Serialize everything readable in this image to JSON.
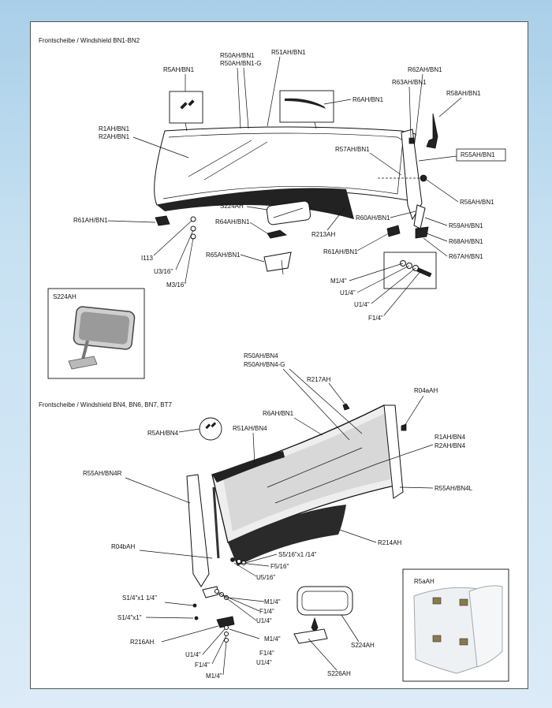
{
  "section1": {
    "title": "Frontscheibe / Windshield  BN1-BN2",
    "labels": {
      "r5ah_bn1": "R5AH/BN1",
      "r50ah_bn1": "R50AH/BN1",
      "r50ah_bn1g": "R50AH/BN1-G",
      "r51ah_bn1": "R51AH/BN1",
      "r62ah_bn1": "R62AH/BN1",
      "r63ah_bn1": "R63AH/BN1",
      "r58ah_bn1": "R58AH/BN1",
      "r6ah_bn1": "R6AH/BN1",
      "r1ah_bn1": "R1AH/BN1",
      "r2ah_bn1": "R2AH/BN1",
      "r57ah_bn1": "R57AH/BN1",
      "r55ah_bn1": "R55AH/BN1",
      "r56ah_bn1": "R56AH/BN1",
      "r60ah_bn1": "R60AH/BN1",
      "r59ah_bn1": "R59AH/BN1",
      "r68ah_bn1": "R68AH/BN1",
      "r67ah_bn1": "R67AH/BN1",
      "r61ah_bn1_left": "R61AH/BN1",
      "r61ah_bn1_right": "R61AH/BN1",
      "s224ah": "S224AH",
      "r64ah_bn1": "R64AH/BN1",
      "r65ah_bn1": "R65AH/BN1",
      "r213ah": "R213AH",
      "i113": "I113",
      "u3_16": "U3/16\"",
      "m3_16": "M3/16\"",
      "m1_4": "M1/4\"",
      "u1_4": "U1/4\"",
      "u1_4b": "U1/4\"",
      "f1_4": "F1/4\""
    },
    "inset_label": "S224AH"
  },
  "section2": {
    "title": "Frontscheibe / Windshield  BN4, BN6, BN7, BT7",
    "labels": {
      "r50ah_bn4": "R50AH/BN4",
      "r50ah_bn4g": "R50AH/BN4-G",
      "r217ah": "R217AH",
      "r04aah": "R04aAH",
      "r6ah_bn1": "R6AH/BN1",
      "r5ah_bn4": "R5AH/BN4",
      "r51ah_bn4": "R51AH/BN4",
      "r1ah_bn4": "R1AH/BN4",
      "r2ah_bn4": "R2AH/BN4",
      "r55ah_bn4r": "R55AH/BN4R",
      "r55ah_bn4l": "R55AH/BN4L",
      "r214ah": "R214AH",
      "r04bah": "R04bAH",
      "s5_16": "S5/16\"x1 /14\"",
      "f5_16": "F5/16\"",
      "u5_16": "U5/16\"",
      "s1_4_114": "S1/4\"x1 1/4\"",
      "s1_4_1": "S1/4\"x1\"",
      "r216ah": "R216AH",
      "m1_4a": "M1/4\"",
      "f1_4a": "F1/4\"",
      "u1_4a": "U1/4\"",
      "m1_4b": "M1/4\"",
      "f1_4b": "F1/4\"",
      "u1_4b": "U1/4\"",
      "u1_4c": "U1/4\"",
      "f1_4c": "F1/4\"",
      "m1_4c": "M1/4\"",
      "s224ah": "S224AH",
      "s226ah": "S226AH"
    },
    "inset_label": "R5aAH"
  }
}
